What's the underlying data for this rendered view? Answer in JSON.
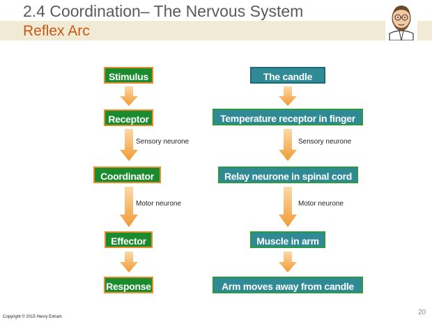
{
  "header": {
    "title": "2.4  Coordination– The Nervous System",
    "subtitle": "Reflex Arc"
  },
  "left_chain": {
    "boxes": [
      "Stimulus",
      "Receptor",
      "Coordinator",
      "Effector",
      "Response"
    ],
    "labels": [
      "Sensory neurone",
      "Motor neurone"
    ]
  },
  "right_chain": {
    "boxes": [
      "The candle",
      "Temperature receptor in finger",
      "Relay neurone in spinal cord",
      "Muscle in arm",
      "Arm moves away from candle"
    ],
    "labels": [
      "Sensory neurone",
      "Motor neurone"
    ]
  },
  "footer": {
    "copyright": "Copyright © 2015 Henry Exham",
    "page_number": "20"
  },
  "colors": {
    "green_box": "#1a8c2e",
    "orange_border": "#e58e2b",
    "teal_box": "#2f8a96",
    "arrow_orange": "#f6b25e",
    "subtitle": "#c65a11",
    "band": "#f1ead4"
  }
}
